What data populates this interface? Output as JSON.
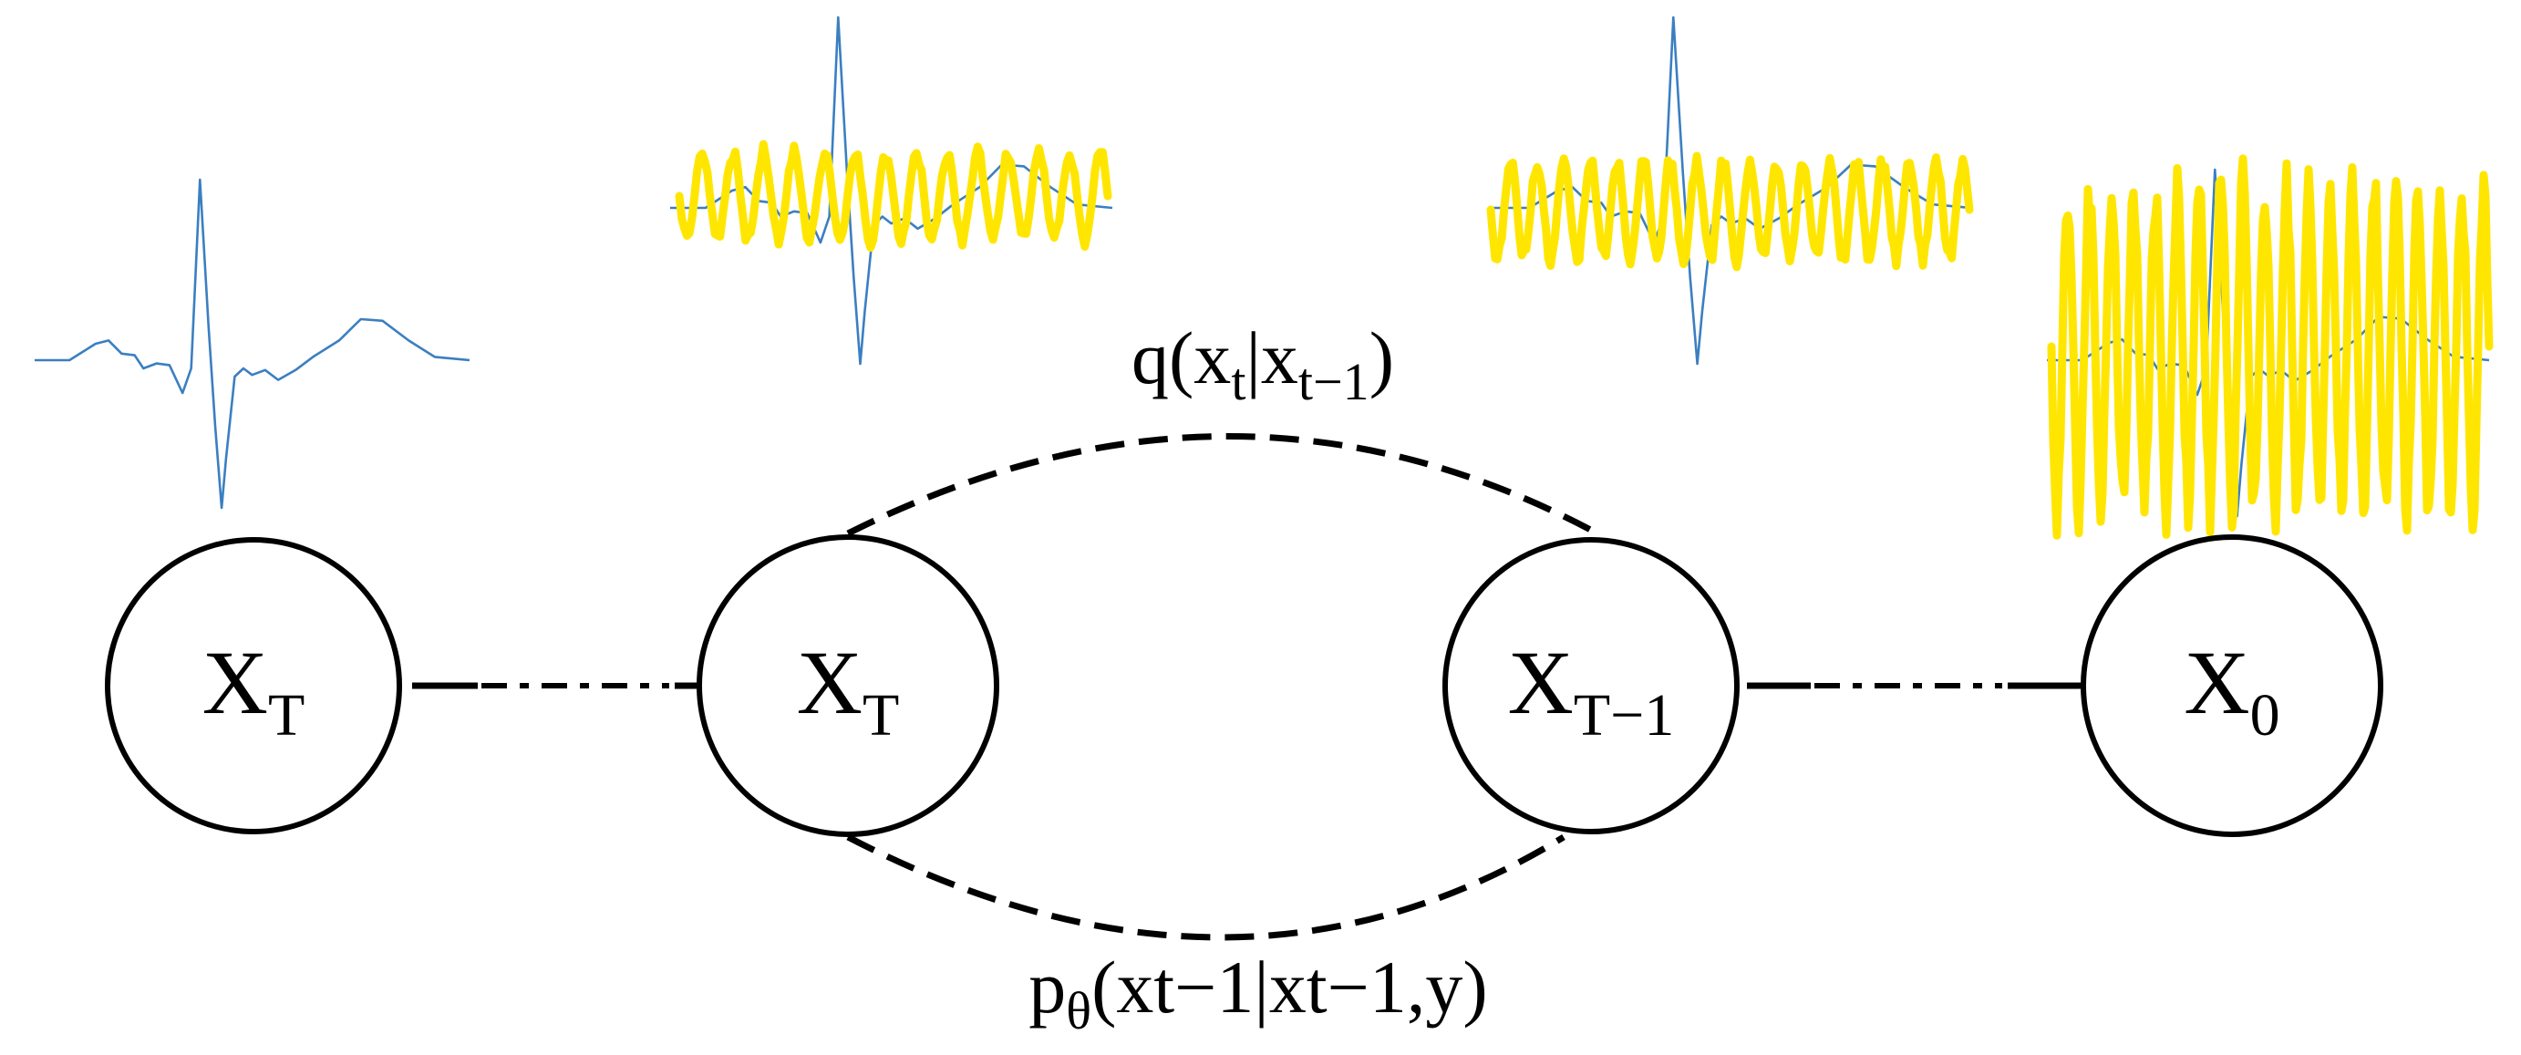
{
  "nodes": [
    {
      "id": "node-1",
      "letter": "X",
      "subscript": "T"
    },
    {
      "id": "node-2",
      "letter": "X",
      "subscript": "T"
    },
    {
      "id": "node-3",
      "letter": "X",
      "subscript": "T−1"
    },
    {
      "id": "node-4",
      "letter": "X",
      "subscript": "0"
    }
  ],
  "forward_process": {
    "prefix": "q(x",
    "sub1": "t",
    "middle": "|x",
    "sub2": "t−1",
    "suffix": ")"
  },
  "reverse_process": {
    "prefix": "p",
    "sub": "θ",
    "suffix": "(xt−1|xt−1,y)"
  },
  "colors": {
    "ecg_signal": "#3b7fc1",
    "noise": "#ffe600",
    "stroke": "#000000",
    "background": "#ffffff"
  }
}
